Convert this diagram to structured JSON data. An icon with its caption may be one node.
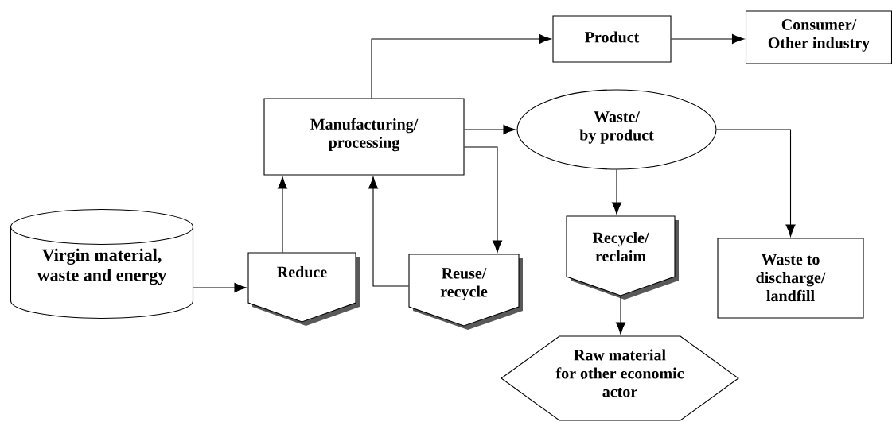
{
  "diagram": {
    "nodes": [
      {
        "text": [
          "Virgin material, waste and energy"
        ]
      },
      {
        "text": [
          "Reduce"
        ]
      },
      {
        "text": [
          "Manufacturing/ processing"
        ]
      },
      {
        "text": [
          "Reuse/ recycle"
        ]
      },
      {
        "text": [
          "Product"
        ]
      },
      {
        "text": [
          "Consumer/ Other industry"
        ]
      },
      {
        "text": [
          "Waste/ by product"
        ]
      },
      {
        "text": [
          "Recycle/ reclaim"
        ]
      },
      {
        "text": [
          "Waste to discharge/ landfill"
        ]
      },
      {
        "text": [
          "Raw material for other economic actor"
        ]
      }
    ],
    "edges": [
      {
        "from": 0,
        "to": 1,
        "arrow": "to"
      },
      {
        "from": 1,
        "to": 2,
        "arrow": "to"
      },
      {
        "from": 3,
        "to": 2,
        "arrow": "to"
      },
      {
        "from": 2,
        "to": 4,
        "arrow": "to"
      },
      {
        "from": 4,
        "to": 5,
        "arrow": "to"
      },
      {
        "from": 2,
        "to": 6,
        "arrow": "to"
      },
      {
        "from": 2,
        "to": 3,
        "arrow": "to"
      },
      {
        "from": 6,
        "to": 7,
        "arrow": "to"
      },
      {
        "from": 6,
        "to": 8,
        "arrow": "to"
      },
      {
        "from": 7,
        "to": 9,
        "arrow": "to"
      }
    ]
  }
}
